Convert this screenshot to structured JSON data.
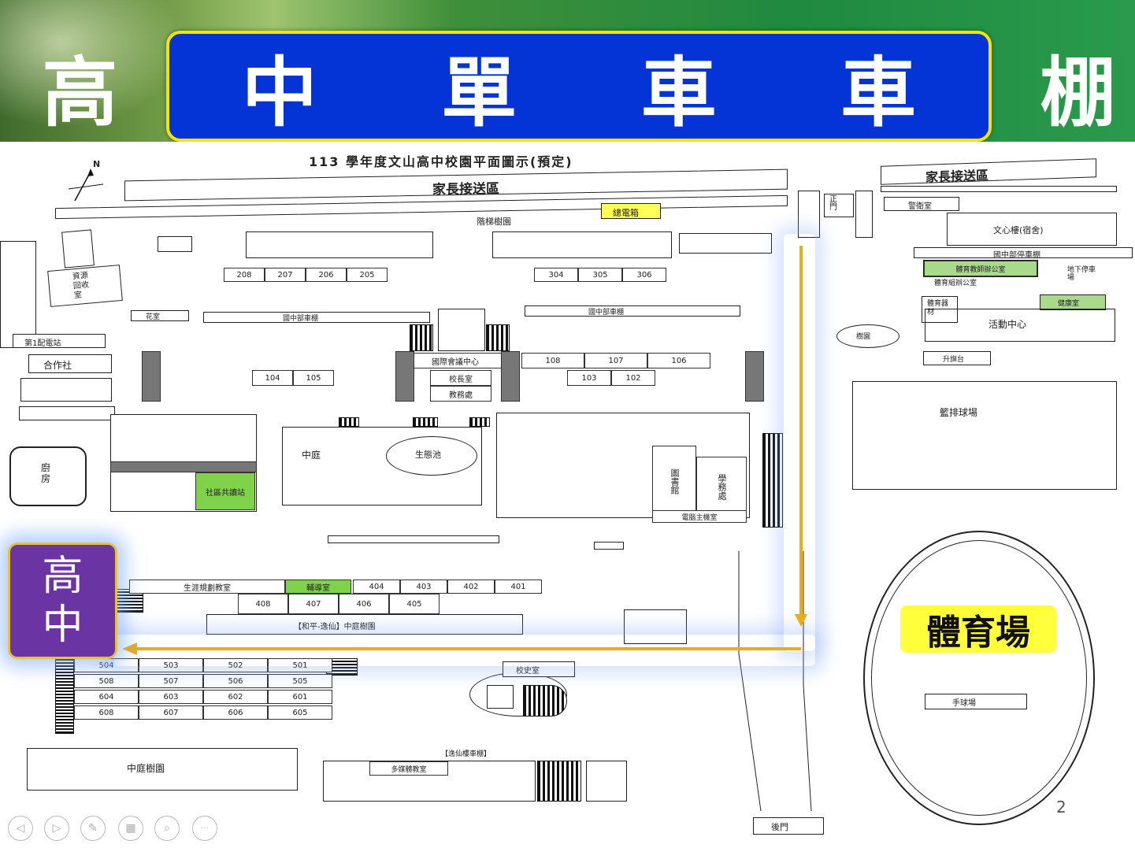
{
  "title": "高 中 單 車 車 棚",
  "map": {
    "heading": "113 學年度文山高中校園平面圖示(預定)",
    "north": "N",
    "pickup_left": "家長接送區",
    "pickup_right": "家長接送區",
    "trees_top": "階梯樹園",
    "guard_box": "總電箱",
    "main_gate": "正門",
    "guard_room": "警衛室",
    "wenxin_building": "文心樓(宿舍)",
    "jh_bike_shed": "國中部停車棚",
    "pe_office": "體育教師辦公室",
    "pe_group_office": "體育組辦公室",
    "underground_parking": "地下停車場",
    "health_room": "健康室",
    "pe_equipment": "體育器材",
    "activity_center": "活動中心",
    "trees_right": "樹園",
    "podium": "升旗台",
    "basketball_court": "籃排球場",
    "kitchen": "廚房",
    "coop": "合作社",
    "power_station": "第1配電站",
    "resource_recycle": "資源回收室",
    "zhongting": "中庭",
    "pond": "生態池",
    "jh_bike_shed_2": "國中部車棚",
    "flower_room": "花室",
    "zhongting_trees": "中庭樹園",
    "hs_label_1": "高",
    "hs_label_2": "中",
    "sports_field": "體育場",
    "handball": "手球場",
    "history_room": "校史室",
    "back_gate": "後門",
    "hall_center": "國際會議中心",
    "principal": "校長室",
    "academic": "教務處",
    "student_affairs": "學務處",
    "library": "圖書館",
    "computer_room": "電腦主機室",
    "peace_label": "【和平-逸仙】中庭樹園",
    "yixian_label": "【逸仙樓車棚】",
    "career_room": "生涯規劃教室",
    "counseling": "輔導室",
    "community_station": "社區共讀站",
    "rooms_row1": [
      "208",
      "207",
      "206",
      "205"
    ],
    "rooms_row2": [
      "304",
      "305",
      "306"
    ],
    "rooms_mid": [
      "108",
      "107",
      "106",
      "103",
      "102",
      "104",
      "105"
    ],
    "rooms_4": [
      "404",
      "403",
      "402",
      "401",
      "408",
      "407",
      "406",
      "405"
    ],
    "rooms_5": [
      "504",
      "503",
      "502",
      "501",
      "508",
      "507",
      "506",
      "505"
    ],
    "rooms_6": [
      "604",
      "603",
      "602",
      "601",
      "608",
      "607",
      "606",
      "605"
    ],
    "multi_room": "多媒體教室"
  },
  "page_number": "2",
  "nav_icons": [
    "prev-icon",
    "next-icon",
    "pen-icon",
    "slides-icon",
    "zoom-icon",
    "more-icon"
  ],
  "colors": {
    "title_bg": "#0433d6",
    "title_border": "#f2e600",
    "hs_label_bg": "#6a34a3",
    "arrow": "#e9ac1a",
    "highlight_green": "#7fd24a"
  }
}
